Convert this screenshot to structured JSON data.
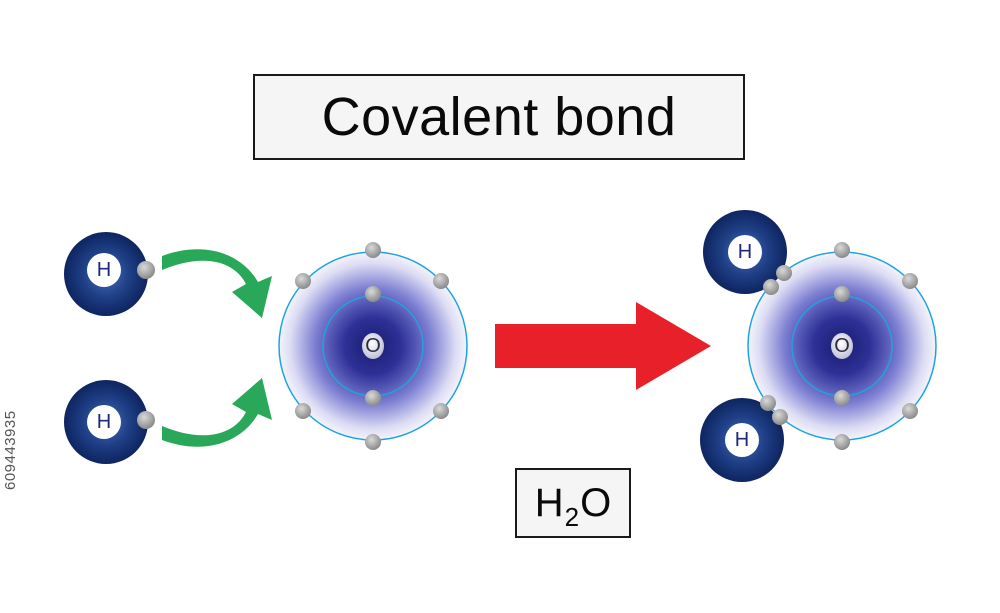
{
  "title": "Covalent bond",
  "formula": {
    "main": "H",
    "subscript": "2",
    "tail": "O"
  },
  "side_id": "609443935",
  "atoms": {
    "hydrogen_label": "H",
    "oxygen_label": "O"
  },
  "colors": {
    "bond_arrow": "#2aa85a",
    "reaction_arrow": "#e8202a",
    "hydrogen": "#1b3a7c",
    "oxygen_core": "#2c2e95",
    "orbit": "#1fa3e0",
    "electron": "#a7a7a7"
  },
  "icons": [
    "hydrogen-atom-icon",
    "oxygen-atom-icon",
    "bond-arrow-icon",
    "reaction-arrow-icon"
  ]
}
